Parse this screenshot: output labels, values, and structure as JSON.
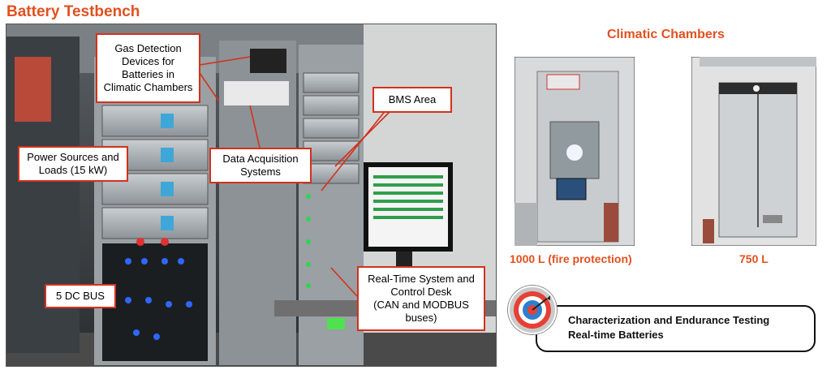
{
  "titles": {
    "main": "Battery Testbench",
    "chambers": "Climatic Chambers"
  },
  "callouts": {
    "gas": "Gas Detection\nDevices for\nBatteries in\nClimatic Chambers",
    "bms": "BMS Area",
    "power": "Power Sources and\nLoads (15 kW)",
    "daq": "Data Acquisition\nSystems",
    "dcbus": "5 DC BUS",
    "rts": "Real-Time System and\nControl Desk\n(CAN and MODBUS\nbuses)"
  },
  "chambers": {
    "left_caption": "1000 L (fire protection)",
    "right_caption": "750 L"
  },
  "summary": {
    "line1": "Characterization and Endurance Testing",
    "line2": "Real-time Batteries"
  },
  "colors": {
    "accent": "#e2501f",
    "callout_border": "#d3311c"
  }
}
